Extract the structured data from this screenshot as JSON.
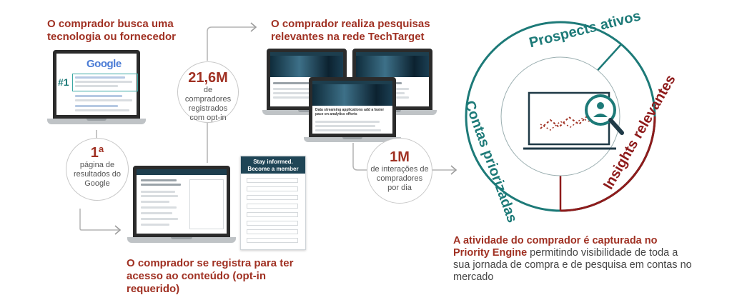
{
  "steps": {
    "search": {
      "heading": "O comprador busca uma tecnologia ou fornecedor",
      "logo": "Google",
      "rank": "#1"
    },
    "research": {
      "heading": "O comprador realiza pesquisas relevantes na rede TechTarget",
      "article_title": "Data streaming applications add a faster pace on analytics efforts"
    },
    "register": {
      "heading": "O comprador se registra para ter acesso ao conteúdo (opt-in requerido)",
      "form_title": "Stay informed. Become a member today!"
    }
  },
  "stats": {
    "first_page": {
      "value": "1ª",
      "text": "página de resultados do Google"
    },
    "registered": {
      "value": "21,6M",
      "text": "de compradores registrados com opt-in"
    },
    "interactions": {
      "value": "1M",
      "text": "de interações de compradores por dia"
    }
  },
  "priority": {
    "segments": [
      "Prospects ativos",
      "Insights relevantes",
      "Contas priorizadas"
    ],
    "colors": {
      "teal": "#1d7a78",
      "red": "#8e1b1b",
      "accent": "#a03123"
    },
    "desc_strong1": "A atividade do comprador é capturada no",
    "desc_strong2": "Priority Engine",
    "desc_rest": "permitindo visibilidade de toda a sua jornada de compra e de pesquisa em contas no mercado",
    "icon": "magnifier-person-chart-icon"
  }
}
